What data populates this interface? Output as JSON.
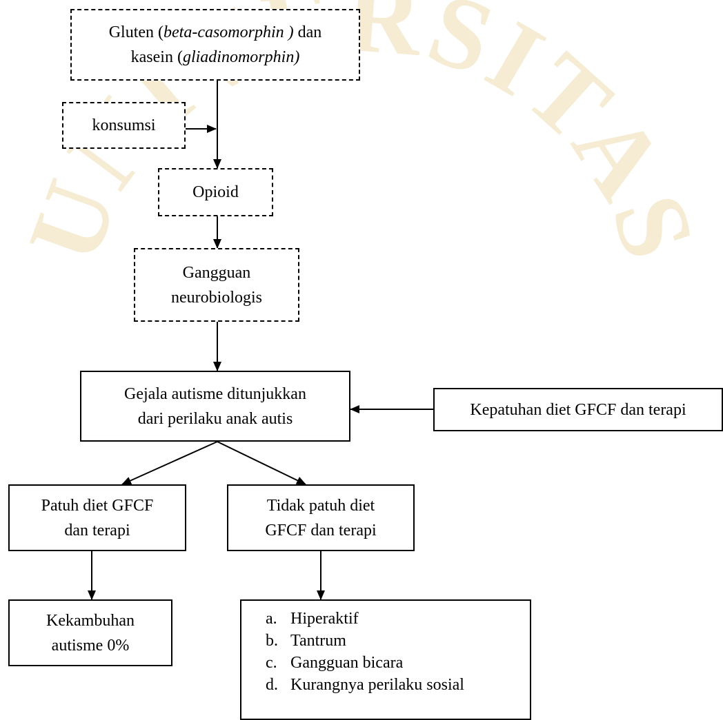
{
  "watermark": {
    "text": "UNIVERSITAS",
    "color": "#f6ecd3"
  },
  "nodes": {
    "source": {
      "line1": {
        "a": "Gluten (",
        "b": "beta-casomorphin )",
        "c": " dan"
      },
      "line2": {
        "a": "kasein (",
        "b": "gliadinomorphin)"
      }
    },
    "consumption": "konsumsi",
    "opioid": "Opioid",
    "disorder": {
      "line1": "Gangguan",
      "line2": "neurobiologis"
    },
    "symptoms": {
      "line1": "Gejala autisme ditunjukkan",
      "line2": "dari perilaku anak autis"
    },
    "compliance": "Kepatuhan diet GFCF dan terapi",
    "compliant": {
      "line1": "Patuh diet GFCF",
      "line2": "dan terapi"
    },
    "noncompliant": {
      "line1": "Tidak patuh diet",
      "line2": "GFCF dan terapi"
    },
    "relapse": {
      "line1": "Kekambuhan",
      "line2": "autisme 0%"
    },
    "effects": {
      "items": [
        {
          "marker": "a.",
          "text": "Hiperaktif"
        },
        {
          "marker": "b.",
          "text": "Tantrum"
        },
        {
          "marker": "c.",
          "text": "Gangguan bicara"
        },
        {
          "marker": "d.",
          "text": "Kurangnya perilaku sosial"
        }
      ]
    }
  }
}
